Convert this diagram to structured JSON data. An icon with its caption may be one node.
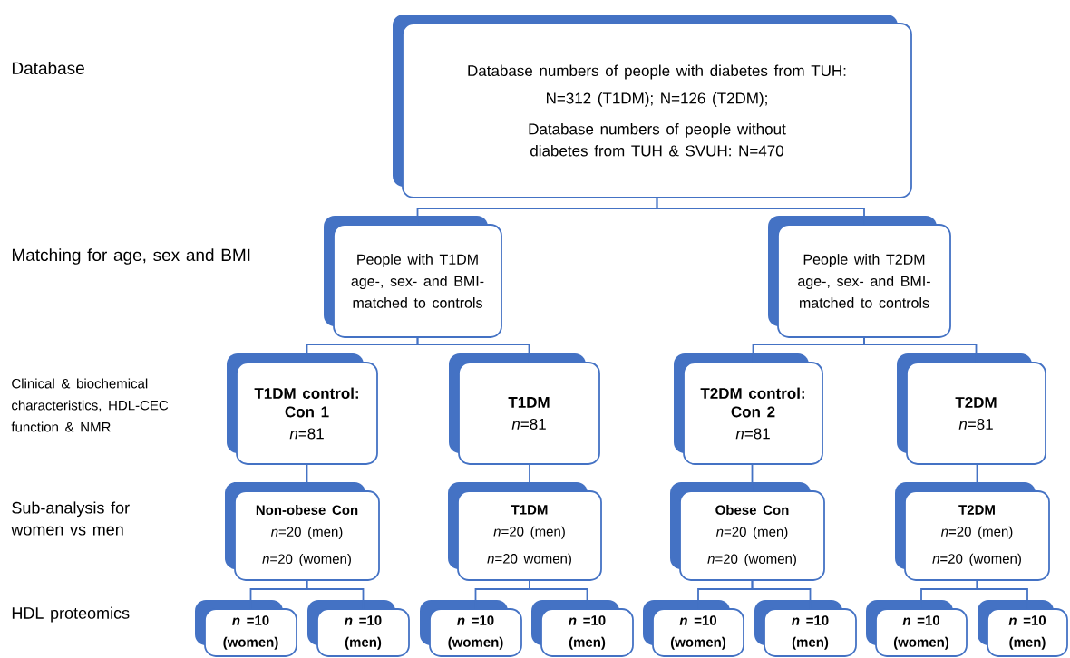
{
  "diagram": {
    "nodes": [
      {
        "text": [
          "Database numbers of people with diabetes from TUH:",
          "N=312 (T1DM); N=126 (T2DM);",
          "Database numbers of people without diabetes from TUH & SVUH: N=470"
        ]
      },
      {
        "text": [
          "People with T1DM age-, sex- and BMI- matched to controls"
        ]
      },
      {
        "text": [
          "People with T2DM age-, sex- and BMI- matched to controls"
        ]
      },
      {
        "text": [
          "T1DM control: Con 1",
          "*n*=81"
        ]
      },
      {
        "text": [
          "T1DM",
          "*n*=81"
        ]
      },
      {
        "text": [
          "T2DM control: Con 2",
          "*n*=81"
        ]
      },
      {
        "text": [
          "T2DM",
          "*n*=81"
        ]
      },
      {
        "text": [
          "Non-obese Con",
          "*n*=20 (men)",
          "*n*=20 (women)"
        ]
      },
      {
        "text": [
          "T1DM",
          "*n*=20 (men)",
          "*n*=20 women)"
        ]
      },
      {
        "text": [
          "Obese Con",
          "*n*=20 (men)",
          "*n*=20 (women)"
        ]
      },
      {
        "text": [
          "T2DM",
          "*n*=20 (men)",
          "*n*=20 (women)"
        ]
      },
      {
        "text": [
          "*n* =10",
          "(women)"
        ]
      },
      {
        "text": [
          "*n* =10",
          "(men)"
        ]
      },
      {
        "text": [
          "*n* =10",
          "(women)"
        ]
      },
      {
        "text": [
          "*n* =10",
          "(men)"
        ]
      },
      {
        "text": [
          "*n* =10",
          "(women)"
        ]
      },
      {
        "text": [
          "*n* =10",
          "(men)"
        ]
      },
      {
        "text": [
          "*n* =10",
          "(women)"
        ]
      },
      {
        "text": [
          "*n* =10",
          "(men)"
        ]
      }
    ],
    "edges": [
      {
        "from": 0,
        "to": 1,
        "arrow": "none"
      },
      {
        "from": 0,
        "to": 2,
        "arrow": "none"
      },
      {
        "from": 1,
        "to": 3,
        "arrow": "none"
      },
      {
        "from": 1,
        "to": 4,
        "arrow": "none"
      },
      {
        "from": 2,
        "to": 5,
        "arrow": "none"
      },
      {
        "from": 2,
        "to": 6,
        "arrow": "none"
      },
      {
        "from": 3,
        "to": 7,
        "arrow": "none"
      },
      {
        "from": 4,
        "to": 8,
        "arrow": "none"
      },
      {
        "from": 5,
        "to": 9,
        "arrow": "none"
      },
      {
        "from": 6,
        "to": 10,
        "arrow": "none"
      },
      {
        "from": 7,
        "to": 11,
        "arrow": "none"
      },
      {
        "from": 7,
        "to": 12,
        "arrow": "none"
      },
      {
        "from": 8,
        "to": 13,
        "arrow": "none"
      },
      {
        "from": 8,
        "to": 14,
        "arrow": "none"
      },
      {
        "from": 9,
        "to": 15,
        "arrow": "none"
      },
      {
        "from": 9,
        "to": 16,
        "arrow": "none"
      },
      {
        "from": 10,
        "to": 17,
        "arrow": "none"
      },
      {
        "from": 10,
        "to": 18,
        "arrow": "none"
      }
    ],
    "labels": [
      "Database",
      "Matching for age, sex and BMI",
      "Clinical & biochemical characteristics, HDL-CEC function & NMR",
      "Sub-analysis for women vs men",
      "HDL proteomics"
    ]
  }
}
